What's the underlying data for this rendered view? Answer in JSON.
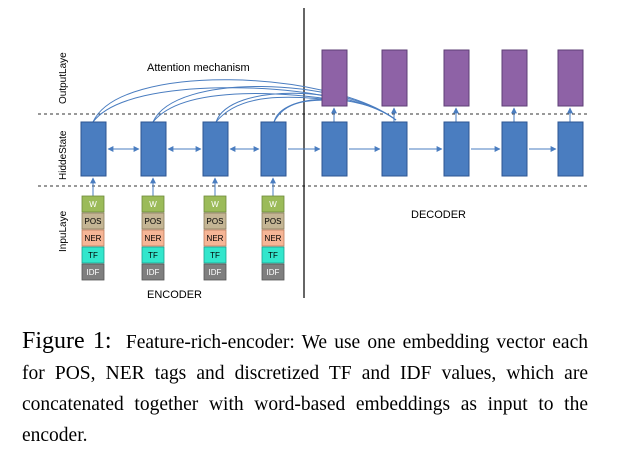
{
  "diagram": {
    "layer_labels": {
      "output": "OutputLaye",
      "hidden": "HiddeState",
      "input": "InpuLaye"
    },
    "attention_label": "Attention mechanism",
    "encoder_label": "ENCODER",
    "decoder_label": "DECODER",
    "features": [
      "W",
      "POS",
      "NER",
      "TF",
      "IDF"
    ],
    "colors": {
      "hidden_state": "#4a7dc0",
      "hidden_state_border": "#2c5592",
      "output": "#8e62a6",
      "output_border": "#5e3f75",
      "feature_W": "#9bbb59",
      "feature_POS": "#c4b594",
      "feature_NER": "#f6b596",
      "feature_TF": "#33e6cc",
      "feature_IDF": "#7f7f7f",
      "arrow": "#4a7dc0"
    }
  },
  "caption": {
    "figure_label": "Figure 1:",
    "text": "Feature-rich-encoder: We use one embedding vector each for POS, NER tags and discretized TF and IDF values, which are concatenated together with word-based embeddings as input to the encoder."
  }
}
